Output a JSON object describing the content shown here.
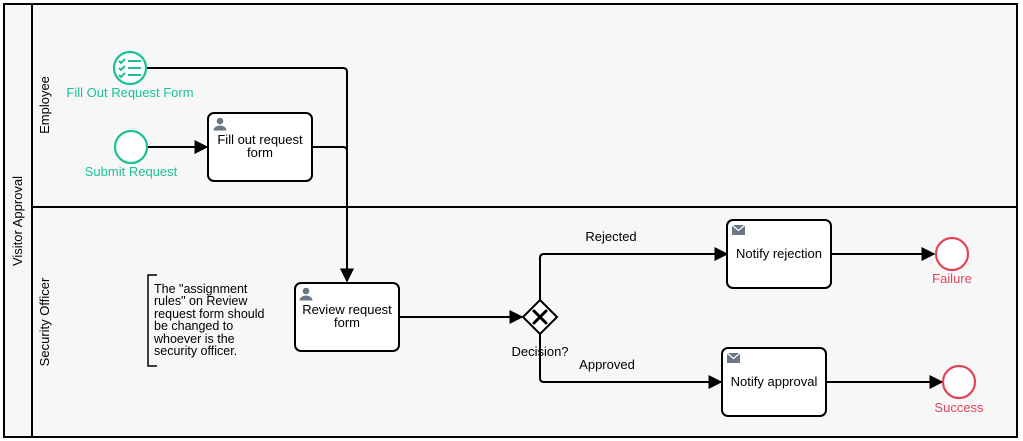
{
  "pool": {
    "label": "Visitor Approval"
  },
  "lanes": [
    {
      "id": "employee",
      "label": "Employee"
    },
    {
      "id": "security",
      "label": "Security Officer"
    }
  ],
  "events": {
    "fill_out_request_form": {
      "label": "Fill Out Request Form",
      "type": "start-conditional",
      "color": "#1dbf98"
    },
    "submit_request": {
      "label": "Submit Request",
      "type": "start",
      "color": "#1dbf98"
    },
    "failure": {
      "label": "Failure",
      "type": "end",
      "color": "#e0455a"
    },
    "success": {
      "label": "Success",
      "type": "end",
      "color": "#e0455a"
    }
  },
  "tasks": {
    "fill_out_form": {
      "line1": "Fill out request",
      "line2": "form",
      "icon": "user-icon"
    },
    "review_form": {
      "line1": "Review request",
      "line2": "form",
      "icon": "user-icon"
    },
    "notify_rejection": {
      "label": "Notify rejection",
      "icon": "envelope-icon"
    },
    "notify_approval": {
      "label": "Notify approval",
      "icon": "envelope-icon"
    }
  },
  "gateway": {
    "label": "Decision?",
    "type": "exclusive"
  },
  "flows": {
    "rejected": "Rejected",
    "approved": "Approved"
  },
  "annotation": {
    "lines": [
      "The \"assignment",
      "rules\" on Review",
      "request form should",
      "be changed to",
      "whoever is the",
      "security officer."
    ]
  }
}
